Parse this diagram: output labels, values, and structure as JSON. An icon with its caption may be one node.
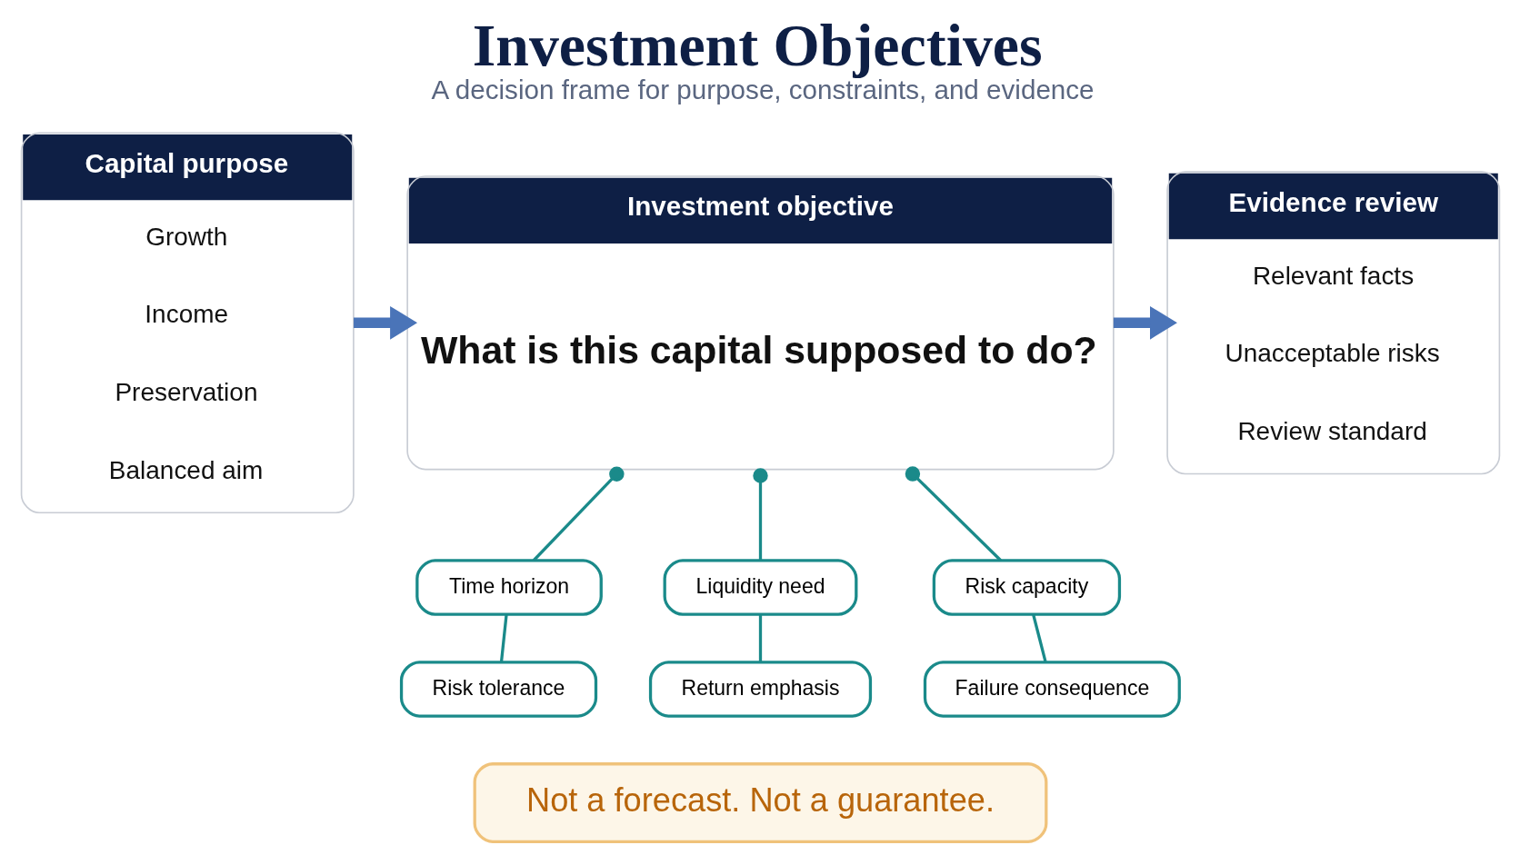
{
  "diagram": {
    "title": "Investment Objectives",
    "caption": "A decision frame for purpose, constraints, and evidence",
    "nodes": [
      {
        "text": [
          "Capital purpose",
          "Growth",
          "Income",
          "Preservation",
          "Balanced aim"
        ]
      },
      {
        "text": [
          "Investment objective",
          "What is this capital supposed to do?"
        ]
      },
      {
        "text": [
          "Evidence review",
          "Relevant facts",
          "Unacceptable risks",
          "Review standard"
        ]
      },
      {
        "text": [
          "Time horizon"
        ]
      },
      {
        "text": [
          "Risk tolerance"
        ]
      },
      {
        "text": [
          "Liquidity need"
        ]
      },
      {
        "text": [
          "Return emphasis"
        ]
      },
      {
        "text": [
          "Risk capacity"
        ]
      },
      {
        "text": [
          "Failure consequence"
        ]
      },
      {
        "text": [
          "Not a forecast. Not a guarantee."
        ]
      }
    ],
    "edges": [
      {
        "from": 0,
        "to": 1,
        "arrow": "to",
        "style": "thick",
        "color": "#4a74b8"
      },
      {
        "from": 1,
        "to": 2,
        "arrow": "to",
        "style": "thick",
        "color": "#4a74b8"
      },
      {
        "from": 1,
        "to": 3,
        "arrow": "other"
      },
      {
        "from": 3,
        "to": 4,
        "arrow": "none"
      },
      {
        "from": 1,
        "to": 5,
        "arrow": "other"
      },
      {
        "from": 5,
        "to": 6,
        "arrow": "none"
      },
      {
        "from": 1,
        "to": 7,
        "arrow": "other"
      },
      {
        "from": 7,
        "to": 8,
        "arrow": "none"
      }
    ]
  }
}
